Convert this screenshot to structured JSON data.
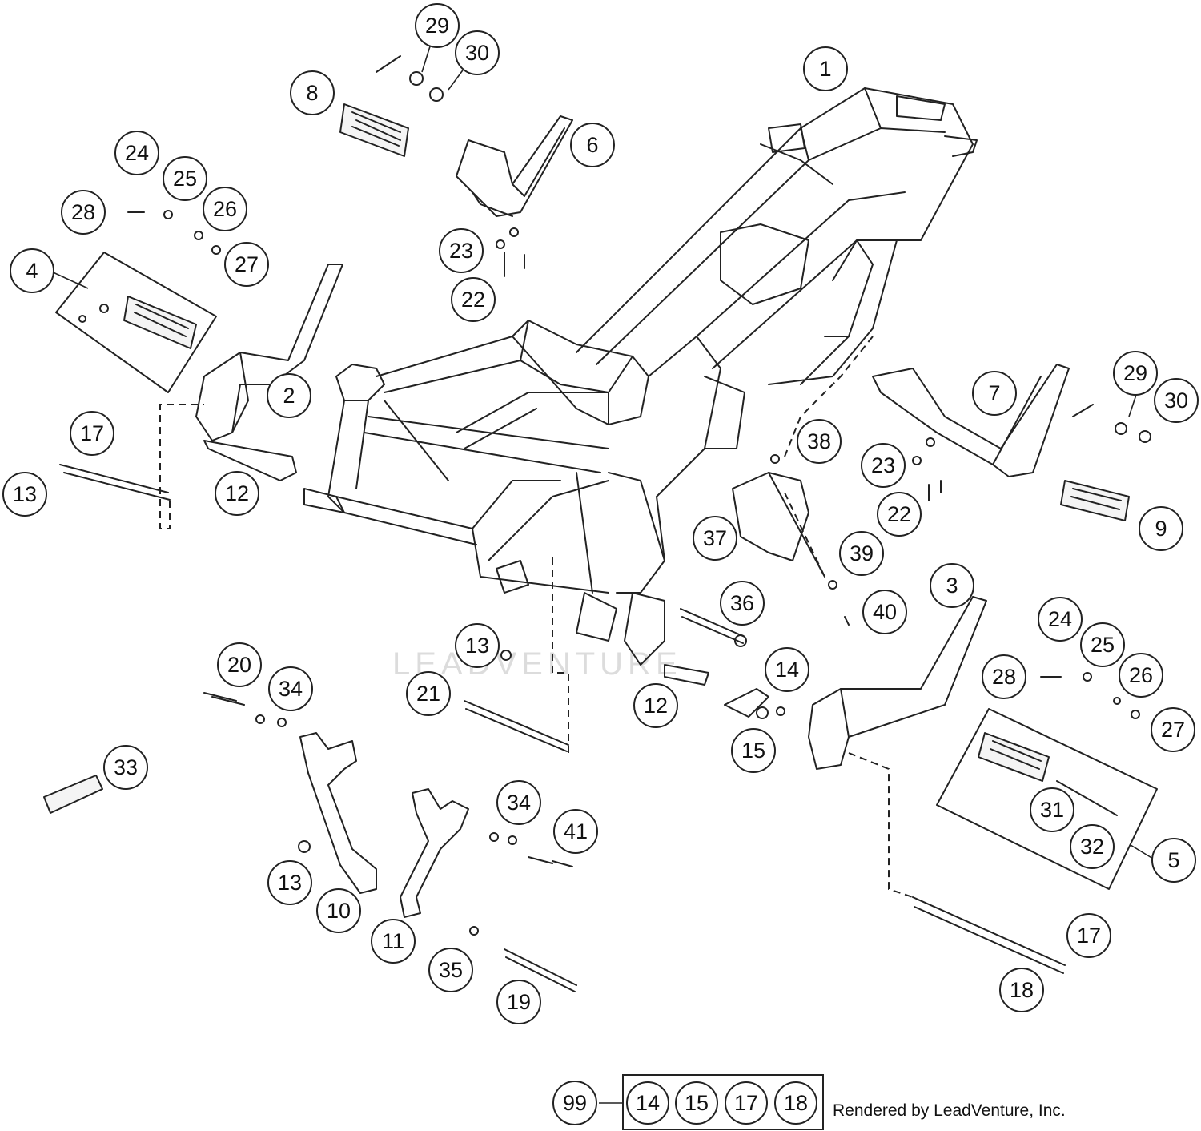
{
  "watermark": "LEADVENTURE",
  "credit": "Rendered by LeadVenture, Inc.",
  "kit": {
    "label": "99",
    "contents": [
      "14",
      "15",
      "17",
      "18"
    ]
  },
  "callouts": [
    "1",
    "29",
    "30",
    "8",
    "6",
    "24",
    "25",
    "26",
    "27",
    "28",
    "4",
    "23",
    "22",
    "2",
    "17",
    "13",
    "12",
    "7",
    "29",
    "30",
    "38",
    "23",
    "22",
    "9",
    "37",
    "39",
    "36",
    "40",
    "3",
    "24",
    "25",
    "26",
    "28",
    "27",
    "13",
    "14",
    "21",
    "12",
    "15",
    "20",
    "34",
    "33",
    "31",
    "32",
    "5",
    "34",
    "41",
    "13",
    "10",
    "11",
    "35",
    "19",
    "17",
    "18"
  ]
}
